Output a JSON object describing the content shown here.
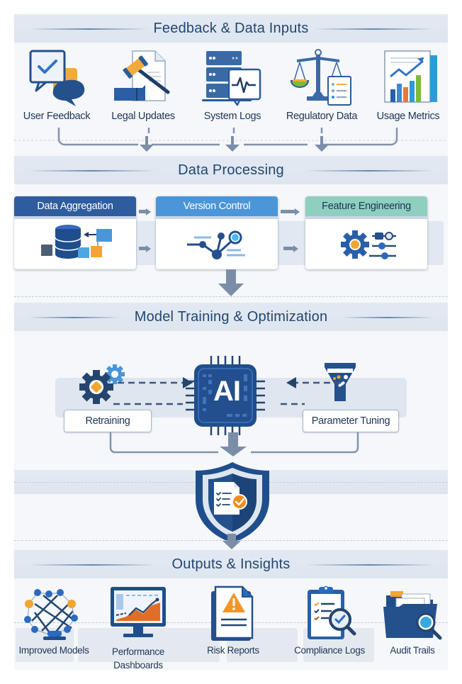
{
  "sections": {
    "inputs": {
      "title": "Feedback & Data Inputs",
      "items": [
        {
          "label": "User Feedback",
          "icon": "chat-bubbles-check-icon"
        },
        {
          "label": "Legal Updates",
          "icon": "gavel-document-icon"
        },
        {
          "label": "System Logs",
          "icon": "server-pulse-icon"
        },
        {
          "label": "Regulatory Data",
          "icon": "scales-document-icon"
        },
        {
          "label": "Usage Metrics",
          "icon": "bar-chart-trend-icon"
        }
      ]
    },
    "processing": {
      "title": "Data Processing",
      "steps": [
        {
          "label": "Data Aggregation",
          "icon": "database-blocks-icon",
          "color": "#2f5c9e",
          "text_color": "#ffffff"
        },
        {
          "label": "Version Control",
          "icon": "branch-graph-icon",
          "color": "#4a96d9",
          "text_color": "#ffffff"
        },
        {
          "label": "Feature Engineering",
          "icon": "gear-sliders-icon",
          "color": "#8fcfc0",
          "text_color": "#1e3556"
        }
      ]
    },
    "training": {
      "title": "Model Training & Optimization",
      "core_label": "AI",
      "left_label": "Retraining",
      "right_label": "Parameter Tuning",
      "left_icon": "gears-icon",
      "right_icon": "funnel-icon",
      "core_icon": "ai-chip-icon",
      "validation_icon": "shield-checklist-icon"
    },
    "outputs": {
      "title": "Outputs & Insights",
      "items": [
        {
          "label": "Improved Models",
          "icon": "neural-network-icon"
        },
        {
          "label": "Performance Dashboards",
          "label_line1": "Performance",
          "label_line2": "Dashboards",
          "icon": "monitor-chart-icon"
        },
        {
          "label": "Risk Reports",
          "icon": "warning-document-icon"
        },
        {
          "label": "Compliance Logs",
          "icon": "clipboard-magnifier-icon"
        },
        {
          "label": "Audit Trails",
          "icon": "folder-magnifier-icon"
        }
      ]
    }
  },
  "colors": {
    "navy": "#23466f",
    "dark_blue": "#1f4e8c",
    "mid_blue": "#4a96d9",
    "orange": "#f0a030",
    "green": "#7cba3a",
    "teal": "#8fcfc0",
    "band": "#e0e7f0"
  }
}
